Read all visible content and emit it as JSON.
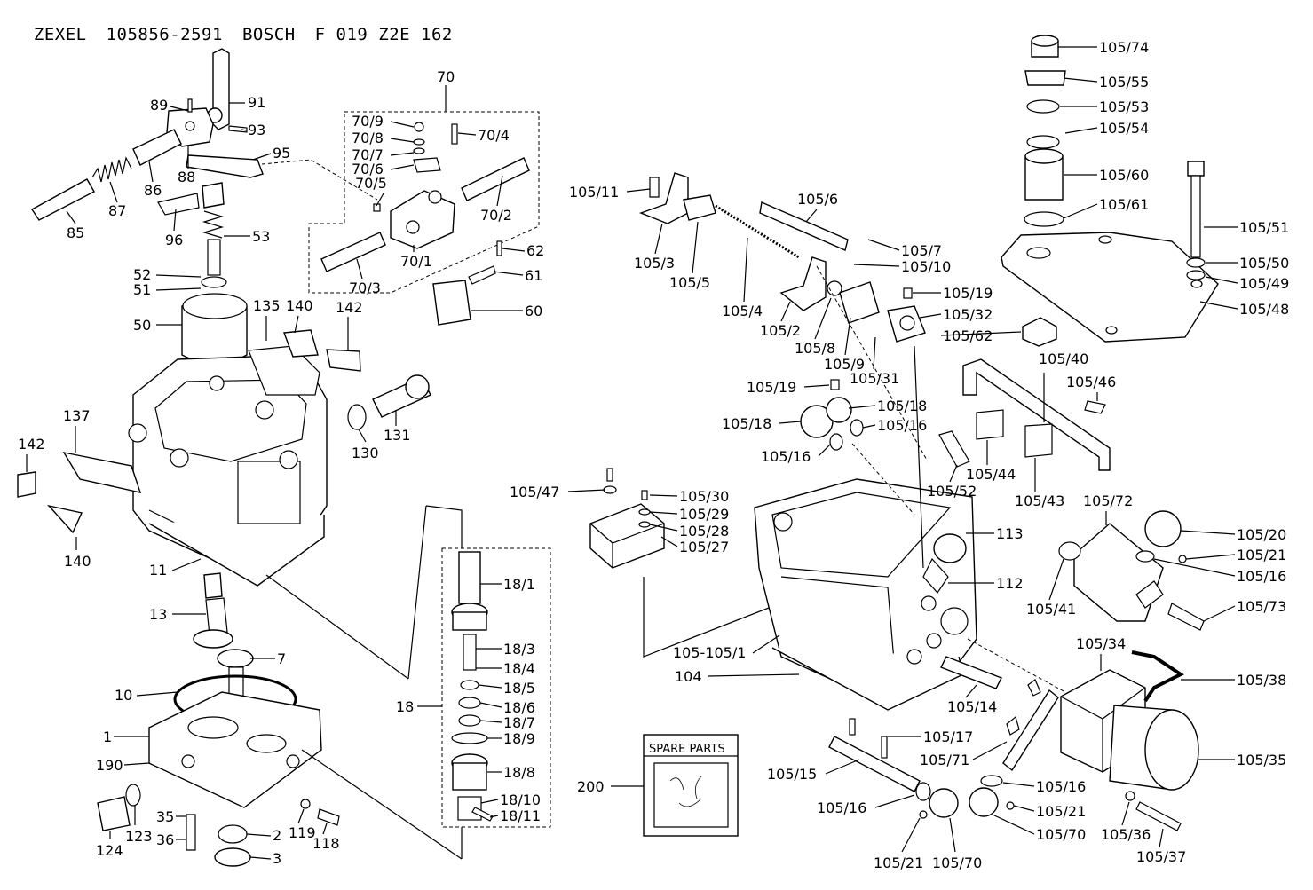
{
  "header": {
    "maker": "ZEXEL",
    "zexel_no": "105856-2591",
    "brand": "BOSCH",
    "bosch_no": "F 019 Z2E 162"
  },
  "spare_parts": {
    "label": "SPARE PARTS",
    "number": "200"
  },
  "part_labels": [
    "89",
    "91",
    "93",
    "88",
    "95",
    "86",
    "87",
    "85",
    "96",
    "53",
    "52",
    "51",
    "50",
    "135",
    "140",
    "142",
    "137",
    "142",
    "140",
    "11",
    "130",
    "131",
    "70",
    "70/9",
    "70/8",
    "70/7",
    "70/6",
    "70/5",
    "70/4",
    "70/2",
    "70/1",
    "70/3",
    "62",
    "61",
    "60",
    "13",
    "7",
    "10",
    "1",
    "190",
    "124",
    "123",
    "35",
    "36",
    "2",
    "3",
    "119",
    "118",
    "18",
    "18/1",
    "18/3",
    "18/4",
    "18/5",
    "18/6",
    "18/7",
    "18/9",
    "18/8",
    "18/10",
    "18/11",
    "105/11",
    "105/3",
    "105/5",
    "105/4",
    "105/6",
    "105/7",
    "105/10",
    "105/2",
    "105/8",
    "105/9",
    "105/31",
    "105/19",
    "105/32",
    "105/62",
    "105/19",
    "105/18",
    "105/18",
    "105/16",
    "105/16",
    "105/47",
    "105/30",
    "105/29",
    "105/28",
    "105/27",
    "105-105/1",
    "104",
    "113",
    "112",
    "105/14",
    "105/17",
    "105/71",
    "105/15",
    "105/16",
    "105/21",
    "105/70",
    "105/16",
    "105/21",
    "105/70",
    "105/74",
    "105/55",
    "105/53",
    "105/54",
    "105/60",
    "105/61",
    "105/51",
    "105/50",
    "105/49",
    "105/48",
    "105/40",
    "105/46",
    "105/44",
    "105/52",
    "105/43",
    "105/72",
    "105/20",
    "105/21",
    "105/16",
    "105/41",
    "105/73",
    "105/34",
    "105/38",
    "105/35",
    "105/36",
    "105/37"
  ]
}
